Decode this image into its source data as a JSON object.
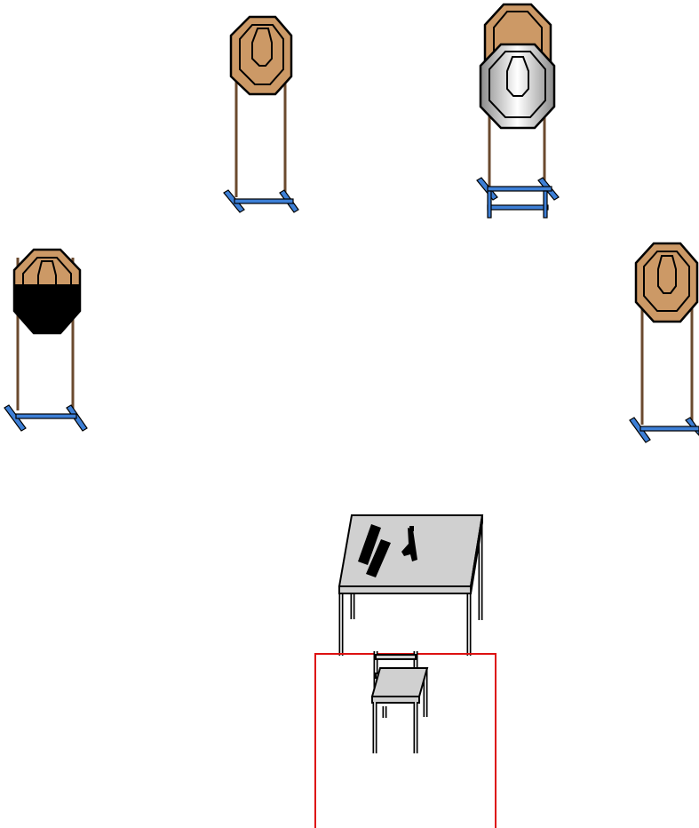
{
  "colors": {
    "target_fill": "#cc9966",
    "target_stroke": "#000000",
    "stand_post": "#6b4a2e",
    "stand_base": "#3d7fd6",
    "no_shoot_light": "#ffffff",
    "no_shoot_dark": "#8a8a8a",
    "hard_cover": "#000000",
    "table_top": "#d0d0d0",
    "shooting_area": "#dd1111",
    "gun": "#000000"
  },
  "targets": [
    {
      "id": "t1",
      "kind": "paper",
      "overlay": "none"
    },
    {
      "id": "t2",
      "kind": "paper",
      "overlay": "no-shoot"
    },
    {
      "id": "t3",
      "kind": "paper",
      "overlay": "hard-cover"
    },
    {
      "id": "t4",
      "kind": "paper",
      "overlay": "none"
    }
  ],
  "props": [
    {
      "id": "table",
      "icon": "table-icon",
      "items": [
        "magazine-icon",
        "magazine-icon",
        "pistol-icon"
      ]
    },
    {
      "id": "chair",
      "icon": "chair-icon"
    },
    {
      "id": "shooting-area",
      "icon": "fault-line-box"
    }
  ]
}
